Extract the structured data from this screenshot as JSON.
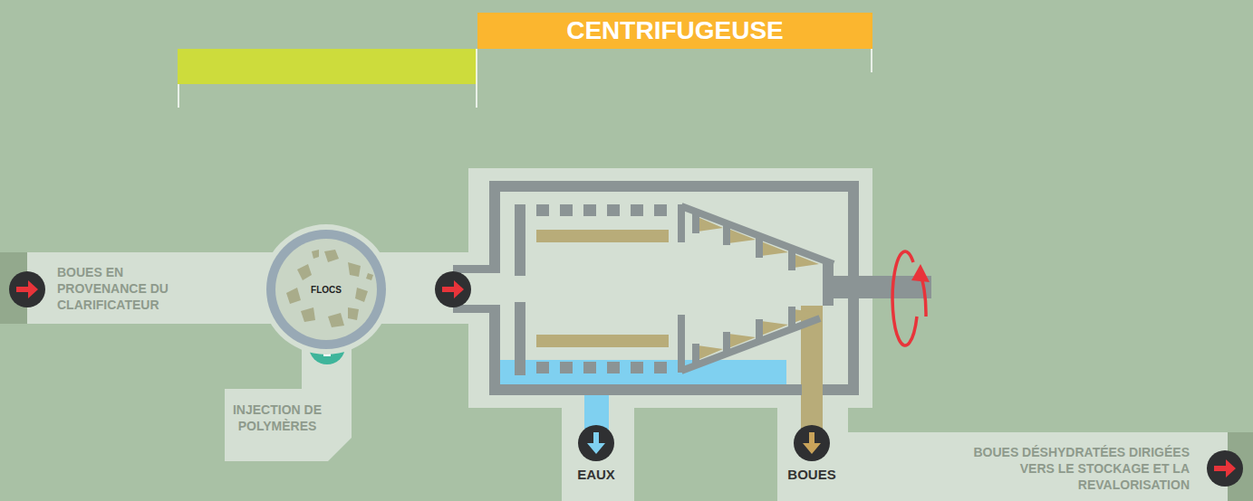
{
  "diagram": {
    "nodes": [
      {
        "text": [
          "CENTRIFUGEUSE"
        ]
      },
      {
        "text": [
          "FLOCS"
        ]
      }
    ],
    "labels": [
      "BOUES EN PROVENANCE DU CLARIFICATEUR",
      "INJECTION DE POLYMÈRES",
      "EAUX",
      "BOUES",
      "BOUES DÉSHYDRATÉES DIRIGÉES VERS LE STOCKAGE ET LA REVALORISATION"
    ]
  }
}
